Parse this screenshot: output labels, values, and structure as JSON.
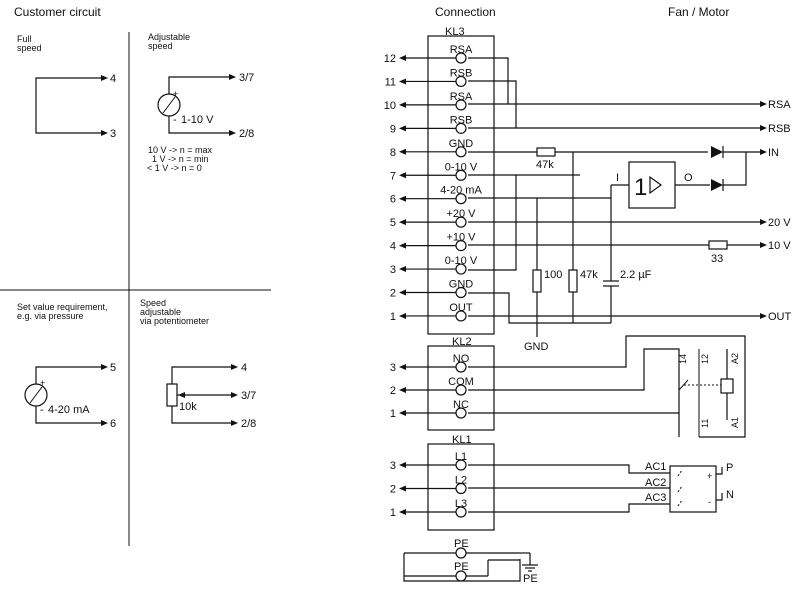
{
  "headers": {
    "customer_circuit": "Customer circuit",
    "connection": "Connection",
    "fan_motor": "Fan / Motor"
  },
  "customer": {
    "full_speed": {
      "line1": "Full",
      "line2": "speed",
      "out_top": "4",
      "out_bottom": "3"
    },
    "adjustable": {
      "line1": "Adjustable",
      "line2": "speed",
      "source_plus": "+",
      "source_minus": "-",
      "source_value": "1-10 V",
      "out_top": "3/7",
      "out_bottom": "2/8",
      "note1": "10 V -> n = max",
      "note2": "1 V -> n = min",
      "note3": "< 1 V -> n = 0"
    },
    "setvalue": {
      "line1": "Set value requirement,",
      "line2": "e.g. via pressure",
      "source_plus": "+",
      "source_minus": "-",
      "source_value": "4-20 mA",
      "out_top": "5",
      "out_bottom": "6"
    },
    "potentiometer": {
      "line1": "Speed",
      "line2": "adjustable",
      "line3": "via potentiometer",
      "pot_value": "10k",
      "out_top": "4",
      "out_mid": "3/7",
      "out_bottom": "2/8"
    }
  },
  "kl3": {
    "title": "KL3",
    "terminals": [
      {
        "pin": "12",
        "label": "RSA"
      },
      {
        "pin": "11",
        "label": "RSB"
      },
      {
        "pin": "10",
        "label": "RSA"
      },
      {
        "pin": "9",
        "label": "RSB"
      },
      {
        "pin": "8",
        "label": "GND"
      },
      {
        "pin": "7",
        "label": "0-10 V"
      },
      {
        "pin": "6",
        "label": "4-20 mA"
      },
      {
        "pin": "5",
        "label": "+20 V"
      },
      {
        "pin": "4",
        "label": "+10 V"
      },
      {
        "pin": "3",
        "label": "0-10 V"
      },
      {
        "pin": "2",
        "label": "GND"
      },
      {
        "pin": "1",
        "label": "OUT"
      }
    ]
  },
  "kl2": {
    "title": "KL2",
    "terminals": [
      {
        "pin": "3",
        "label": "NO"
      },
      {
        "pin": "2",
        "label": "COM"
      },
      {
        "pin": "1",
        "label": "NC"
      }
    ]
  },
  "kl1": {
    "title": "KL1",
    "terminals": [
      {
        "pin": "3",
        "label": "L1"
      },
      {
        "pin": "2",
        "label": "L2"
      },
      {
        "pin": "1",
        "label": "L3"
      }
    ]
  },
  "pe": {
    "label1": "PE",
    "label2": "PE",
    "ground_label": "PE"
  },
  "fan": {
    "rsa": "RSA",
    "rsb": "RSB",
    "in": "IN",
    "v20": "20 V",
    "v10": "10 V",
    "out": "OUT",
    "r47k_top": "47k",
    "r100": "100",
    "r47k": "47k",
    "cap": "2.2 µF",
    "gnd": "GND",
    "r33": "33",
    "amp_input": "I",
    "amp_output": "O",
    "amp_gain": "1",
    "relay_14": "14",
    "relay_12": "12",
    "relay_11": "11",
    "relay_a2": "A2",
    "relay_a1": "A1",
    "ac1": "AC1",
    "ac2": "AC2",
    "ac3": "AC3",
    "p": "P",
    "n": "N",
    "plus": "+",
    "minus": "-"
  }
}
